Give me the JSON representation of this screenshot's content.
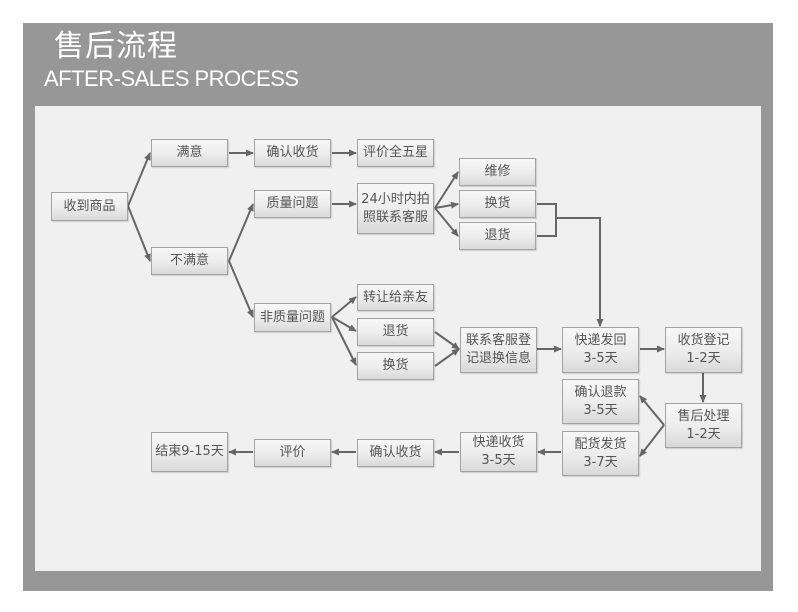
{
  "header": {
    "title_cn": "售后流程",
    "title_en": "AFTER-SALES PROCESS"
  },
  "colors": {
    "frame": "#979797",
    "panel": "#f0f0f0",
    "line": "#666666",
    "text": "#555555",
    "title": "#ffffff"
  },
  "nodes": {
    "receive_goods": [
      "收到商品"
    ],
    "satisfied": [
      "满意"
    ],
    "confirm_receipt_top": [
      "确认收货"
    ],
    "rate_five_stars": [
      "评价全五星"
    ],
    "unsatisfied": [
      "不满意"
    ],
    "quality_issue": [
      "质量问题"
    ],
    "photo_contact_cs": [
      "24小时内拍",
      "照联系客服"
    ],
    "repair": [
      "维修"
    ],
    "exchange_q": [
      "换货"
    ],
    "return_q": [
      "退货"
    ],
    "non_quality_issue": [
      "非质量问题"
    ],
    "transfer_to_friend": [
      "转让给亲友"
    ],
    "return_nq": [
      "退货"
    ],
    "exchange_nq": [
      "换货"
    ],
    "register_info": [
      "联系客服登",
      "记退换信息"
    ],
    "express_return": [
      "快递发回",
      "3-5天"
    ],
    "receipt_register": [
      "收货登记",
      "1-2天"
    ],
    "aftersales_process": [
      "售后处理",
      "1-2天"
    ],
    "confirm_refund": [
      "确认退款",
      "3-5天"
    ],
    "ship_goods": [
      "配货发货",
      "3-7天"
    ],
    "express_receive": [
      "快递收货",
      "3-5天"
    ],
    "confirm_receipt_bottom": [
      "确认收货"
    ],
    "rate": [
      "评价"
    ],
    "end": [
      "结束9-15天"
    ]
  }
}
